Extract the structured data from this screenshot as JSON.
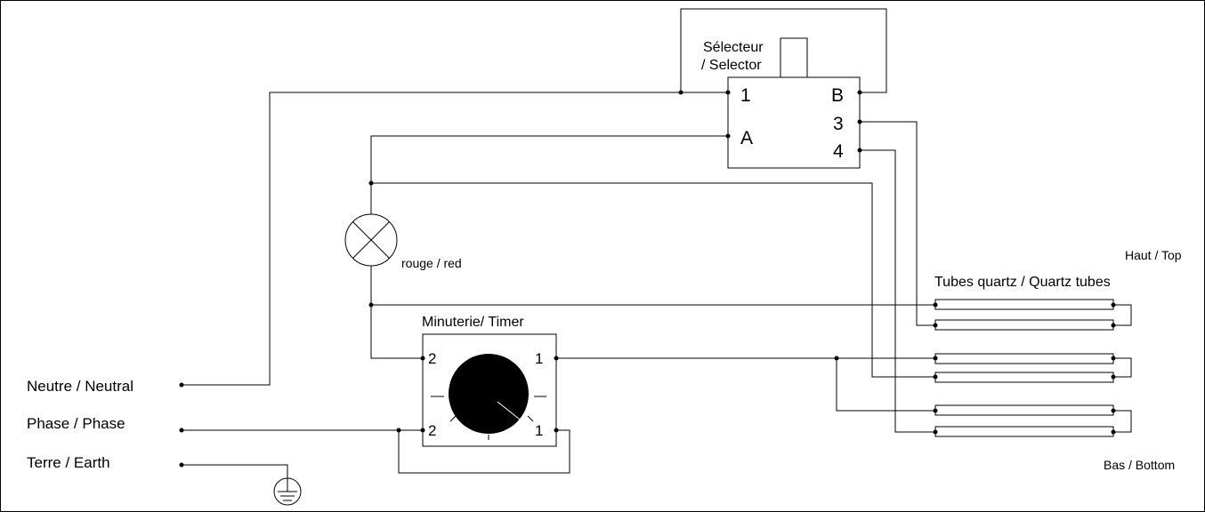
{
  "colors": {
    "line": "#000000",
    "background": "#ffffff",
    "knob": "#000000"
  },
  "selector": {
    "label_line1": "Sélecteur",
    "label_line2": "/ Selector",
    "terminal_1": "1",
    "terminal_a": "A",
    "terminal_b": "B",
    "terminal_3": "3",
    "terminal_4": "4"
  },
  "lamp": {
    "label": "rouge / red"
  },
  "timer": {
    "label": "Minuterie/ Timer",
    "terminal_top_left": "2",
    "terminal_top_right": "1",
    "terminal_bottom_left": "2",
    "terminal_bottom_right": "1"
  },
  "inputs": {
    "neutral": "Neutre / Neutral",
    "phase": "Phase / Phase",
    "earth": "Terre / Earth"
  },
  "tubes": {
    "title": "Tubes quartz / Quartz tubes",
    "top_label": "Haut / Top",
    "bottom_label": "Bas / Bottom"
  }
}
